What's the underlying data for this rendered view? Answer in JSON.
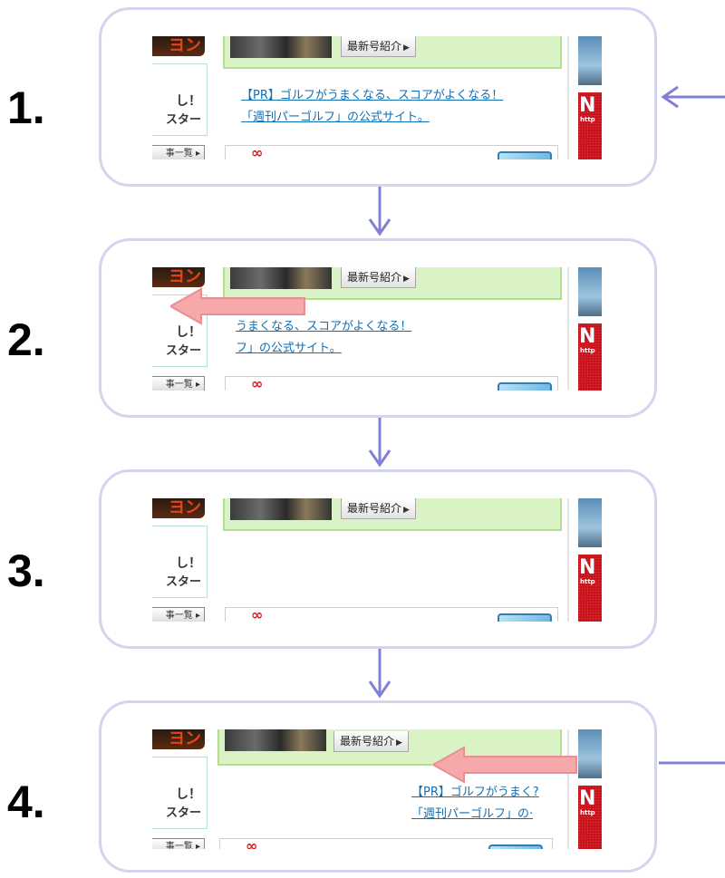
{
  "steps": [
    {
      "number": "1.",
      "ad_line1": "【PR】ゴルフがうまくなる、スコアがよくなる！",
      "ad_line2": "「週刊パーゴルフ」の公式サイト。"
    },
    {
      "number": "2.",
      "ad_line1": "うまくなる、スコアがよくなる！",
      "ad_line2": "フ」の公式サイト。"
    },
    {
      "number": "3.",
      "ad_line1": "",
      "ad_line2": ""
    },
    {
      "number": "4.",
      "ad_line1": "【PR】ゴルフがうまく?",
      "ad_line2": "「週刊パーゴルフ」の·"
    }
  ],
  "site": {
    "new_issue_button": "最新号紹介",
    "left_text_1": "し！",
    "left_text_2": "スター",
    "left_button": "事一覧",
    "logo_fragment": "ヨン",
    "right_badge": "N",
    "right_badge_small": "http",
    "infinity_symbol": "∞"
  },
  "colors": {
    "frame_border": "#d3d4ee",
    "connector": "#8080d8",
    "pink_arrow": "#f7a8ab",
    "green_panel": "#d9f3c4",
    "link": "#0e6fb5"
  }
}
